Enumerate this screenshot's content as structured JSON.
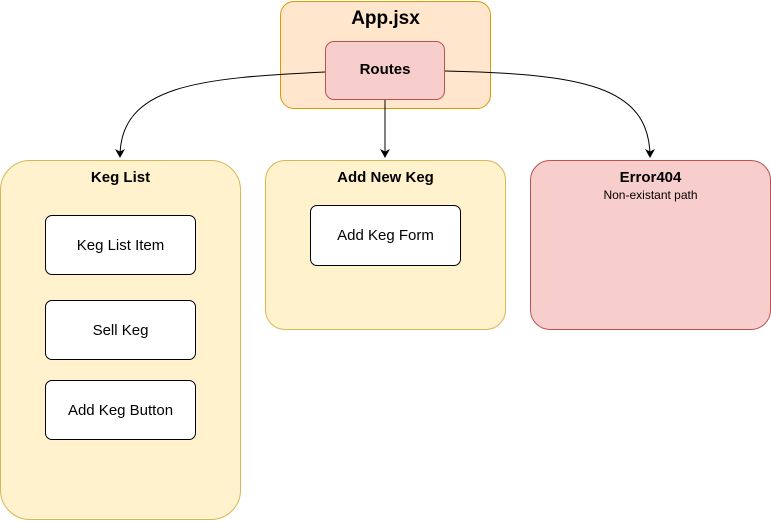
{
  "nodes": {
    "app": {
      "title": "App.jsx"
    },
    "routes": {
      "title": "Routes"
    },
    "keg_list": {
      "title": "Keg List",
      "items": [
        "Keg List Item",
        "Sell Keg",
        "Add Keg Button"
      ]
    },
    "add_new_keg": {
      "title": "Add New Keg",
      "items": [
        "Add Keg Form"
      ]
    },
    "error404": {
      "title": "Error404",
      "subtitle": "Non-existant path"
    }
  },
  "edges": [
    {
      "from": "Routes",
      "to": "Keg List"
    },
    {
      "from": "Routes",
      "to": "Add New Keg"
    },
    {
      "from": "Routes",
      "to": "Error404"
    }
  ],
  "colors": {
    "app_fill": "#ffe6cc",
    "app_stroke": "#d79b00",
    "routes_fill": "#f8cecc",
    "routes_stroke": "#b85450",
    "container_fill": "#fff2cc",
    "container_stroke": "#d6b656",
    "error_fill": "#f8cecc",
    "error_stroke": "#b85450",
    "edge_color": "#000000"
  }
}
